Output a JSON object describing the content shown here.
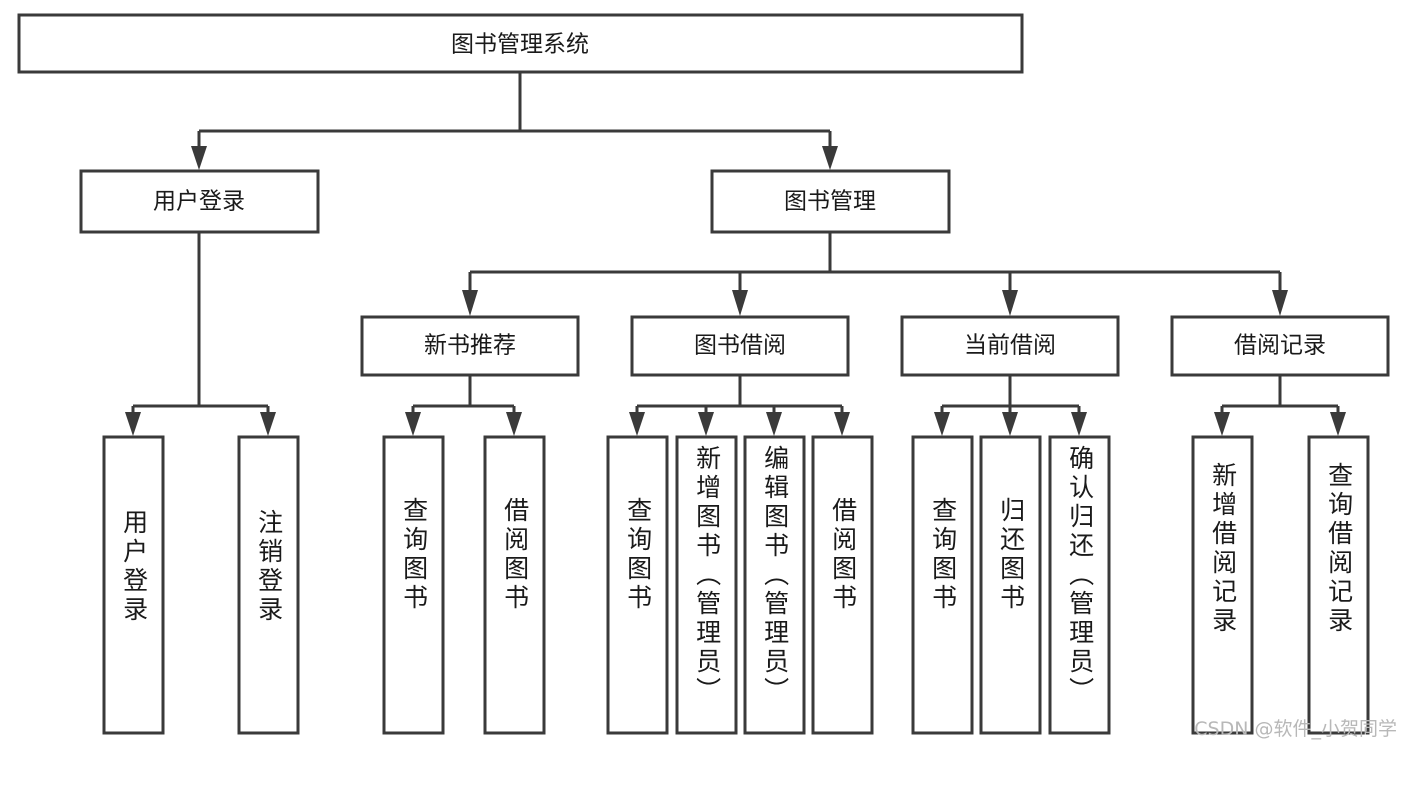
{
  "diagram": {
    "type": "tree",
    "title": "图书管理系统",
    "root": {
      "id": "root",
      "label": "图书管理系统",
      "orientation": "horizontal"
    },
    "level2": [
      {
        "id": "user-login",
        "label": "用户登录",
        "orientation": "horizontal"
      },
      {
        "id": "book-manage",
        "label": "图书管理",
        "orientation": "horizontal"
      }
    ],
    "level3": [
      {
        "id": "new-book-rec",
        "label": "新书推荐",
        "orientation": "horizontal",
        "parent": "book-manage"
      },
      {
        "id": "book-borrow",
        "label": "图书借阅",
        "orientation": "horizontal",
        "parent": "book-manage"
      },
      {
        "id": "current-borrow",
        "label": "当前借阅",
        "orientation": "horizontal",
        "parent": "book-manage"
      },
      {
        "id": "borrow-record",
        "label": "借阅记录",
        "orientation": "horizontal",
        "parent": "book-manage"
      }
    ],
    "leaves": [
      {
        "id": "leaf-user-login",
        "label": "用户登录",
        "parent": "user-login",
        "orientation": "vertical"
      },
      {
        "id": "leaf-logout",
        "label": "注销登录",
        "parent": "user-login",
        "orientation": "vertical"
      },
      {
        "id": "leaf-query-book-1",
        "label": "查询图书",
        "parent": "new-book-rec",
        "orientation": "vertical"
      },
      {
        "id": "leaf-borrow-book-1",
        "label": "借阅图书",
        "parent": "new-book-rec",
        "orientation": "vertical"
      },
      {
        "id": "leaf-query-book-2",
        "label": "查询图书",
        "parent": "book-borrow",
        "orientation": "vertical"
      },
      {
        "id": "leaf-add-book",
        "label": "新增图书（管理员）",
        "parent": "book-borrow",
        "orientation": "vertical"
      },
      {
        "id": "leaf-edit-book",
        "label": "编辑图书（管理员）",
        "parent": "book-borrow",
        "orientation": "vertical"
      },
      {
        "id": "leaf-borrow-book-2",
        "label": "借阅图书",
        "parent": "book-borrow",
        "orientation": "vertical"
      },
      {
        "id": "leaf-query-book-3",
        "label": "查询图书",
        "parent": "current-borrow",
        "orientation": "vertical"
      },
      {
        "id": "leaf-return-book",
        "label": "归还图书",
        "parent": "current-borrow",
        "orientation": "vertical"
      },
      {
        "id": "leaf-confirm-return",
        "label": "确认归还（管理员）",
        "parent": "current-borrow",
        "orientation": "vertical"
      },
      {
        "id": "leaf-add-record",
        "label": "新增借阅记录",
        "parent": "borrow-record",
        "orientation": "vertical"
      },
      {
        "id": "leaf-query-record",
        "label": "查询借阅记录",
        "parent": "borrow-record",
        "orientation": "vertical"
      }
    ],
    "colors": {
      "box_stroke": "#3a3a3a",
      "box_fill": "#ffffff",
      "text": "#1a1a1a",
      "connector": "#3a3a3a",
      "background": "#ffffff",
      "watermark": "#b8b8b8"
    }
  },
  "watermark": {
    "text": "CSDN @软件_小贺同学"
  }
}
